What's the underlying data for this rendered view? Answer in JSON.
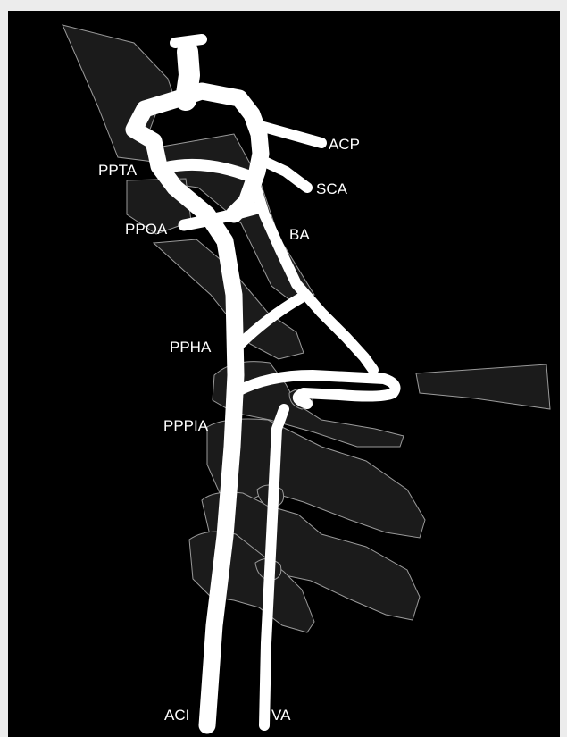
{
  "labels": {
    "acp": "ACP",
    "sca": "SCA",
    "ppta": "PPTA",
    "ppoa": "PPOA",
    "ba": "BA",
    "ppha": "PPHA",
    "pppia": "PPPIA",
    "aci": "ACI",
    "va": "VA"
  },
  "colors": {
    "background": "#000000",
    "vessel": "#ffffff",
    "bone_fill": "#1b1b1b",
    "bone_outline": "#9a9a9a",
    "page": "#ececec"
  }
}
